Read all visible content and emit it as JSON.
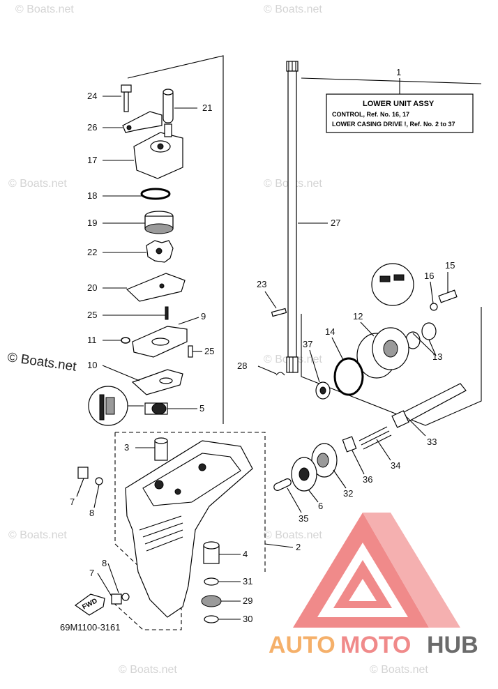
{
  "watermarks": [
    "© Boats.net",
    "© Boats.net",
    "© Boats.net",
    "© Boats.net",
    "© Boats.net",
    "© Boats.net",
    "© Boats.net",
    "© Boats.net",
    "© Boats.net"
  ],
  "side_watermark": "© Boats.net",
  "info_box": {
    "ref": "1",
    "title": "LOWER UNIT ASSY",
    "line1": "CONTROL,  Ref. No. 16, 17",
    "line2": "LOWER CASING DRIVE !,  Ref. No. 2 to 37"
  },
  "labels": [
    "24",
    "21",
    "26",
    "17",
    "18",
    "27",
    "19",
    "22",
    "20",
    "23",
    "15",
    "16",
    "12",
    "25",
    "9",
    "14",
    "37",
    "11",
    "25",
    "13",
    "28",
    "10",
    "5",
    "3",
    "33",
    "34",
    "36",
    "32",
    "7",
    "8",
    "6",
    "35",
    "4",
    "2",
    "8",
    "31",
    "7",
    "29",
    "30"
  ],
  "fwd_label": "FWD",
  "diagram_code": "69M1100-3161",
  "brand": {
    "part1": "AUTO",
    "part2": "MOTO",
    "part3": "HUB"
  },
  "colors": {
    "logo_red": "#f08a8a",
    "logo_orange": "#f5b06a",
    "logo_gray": "#6b6b6b",
    "watermark": "#d4d4d4"
  }
}
